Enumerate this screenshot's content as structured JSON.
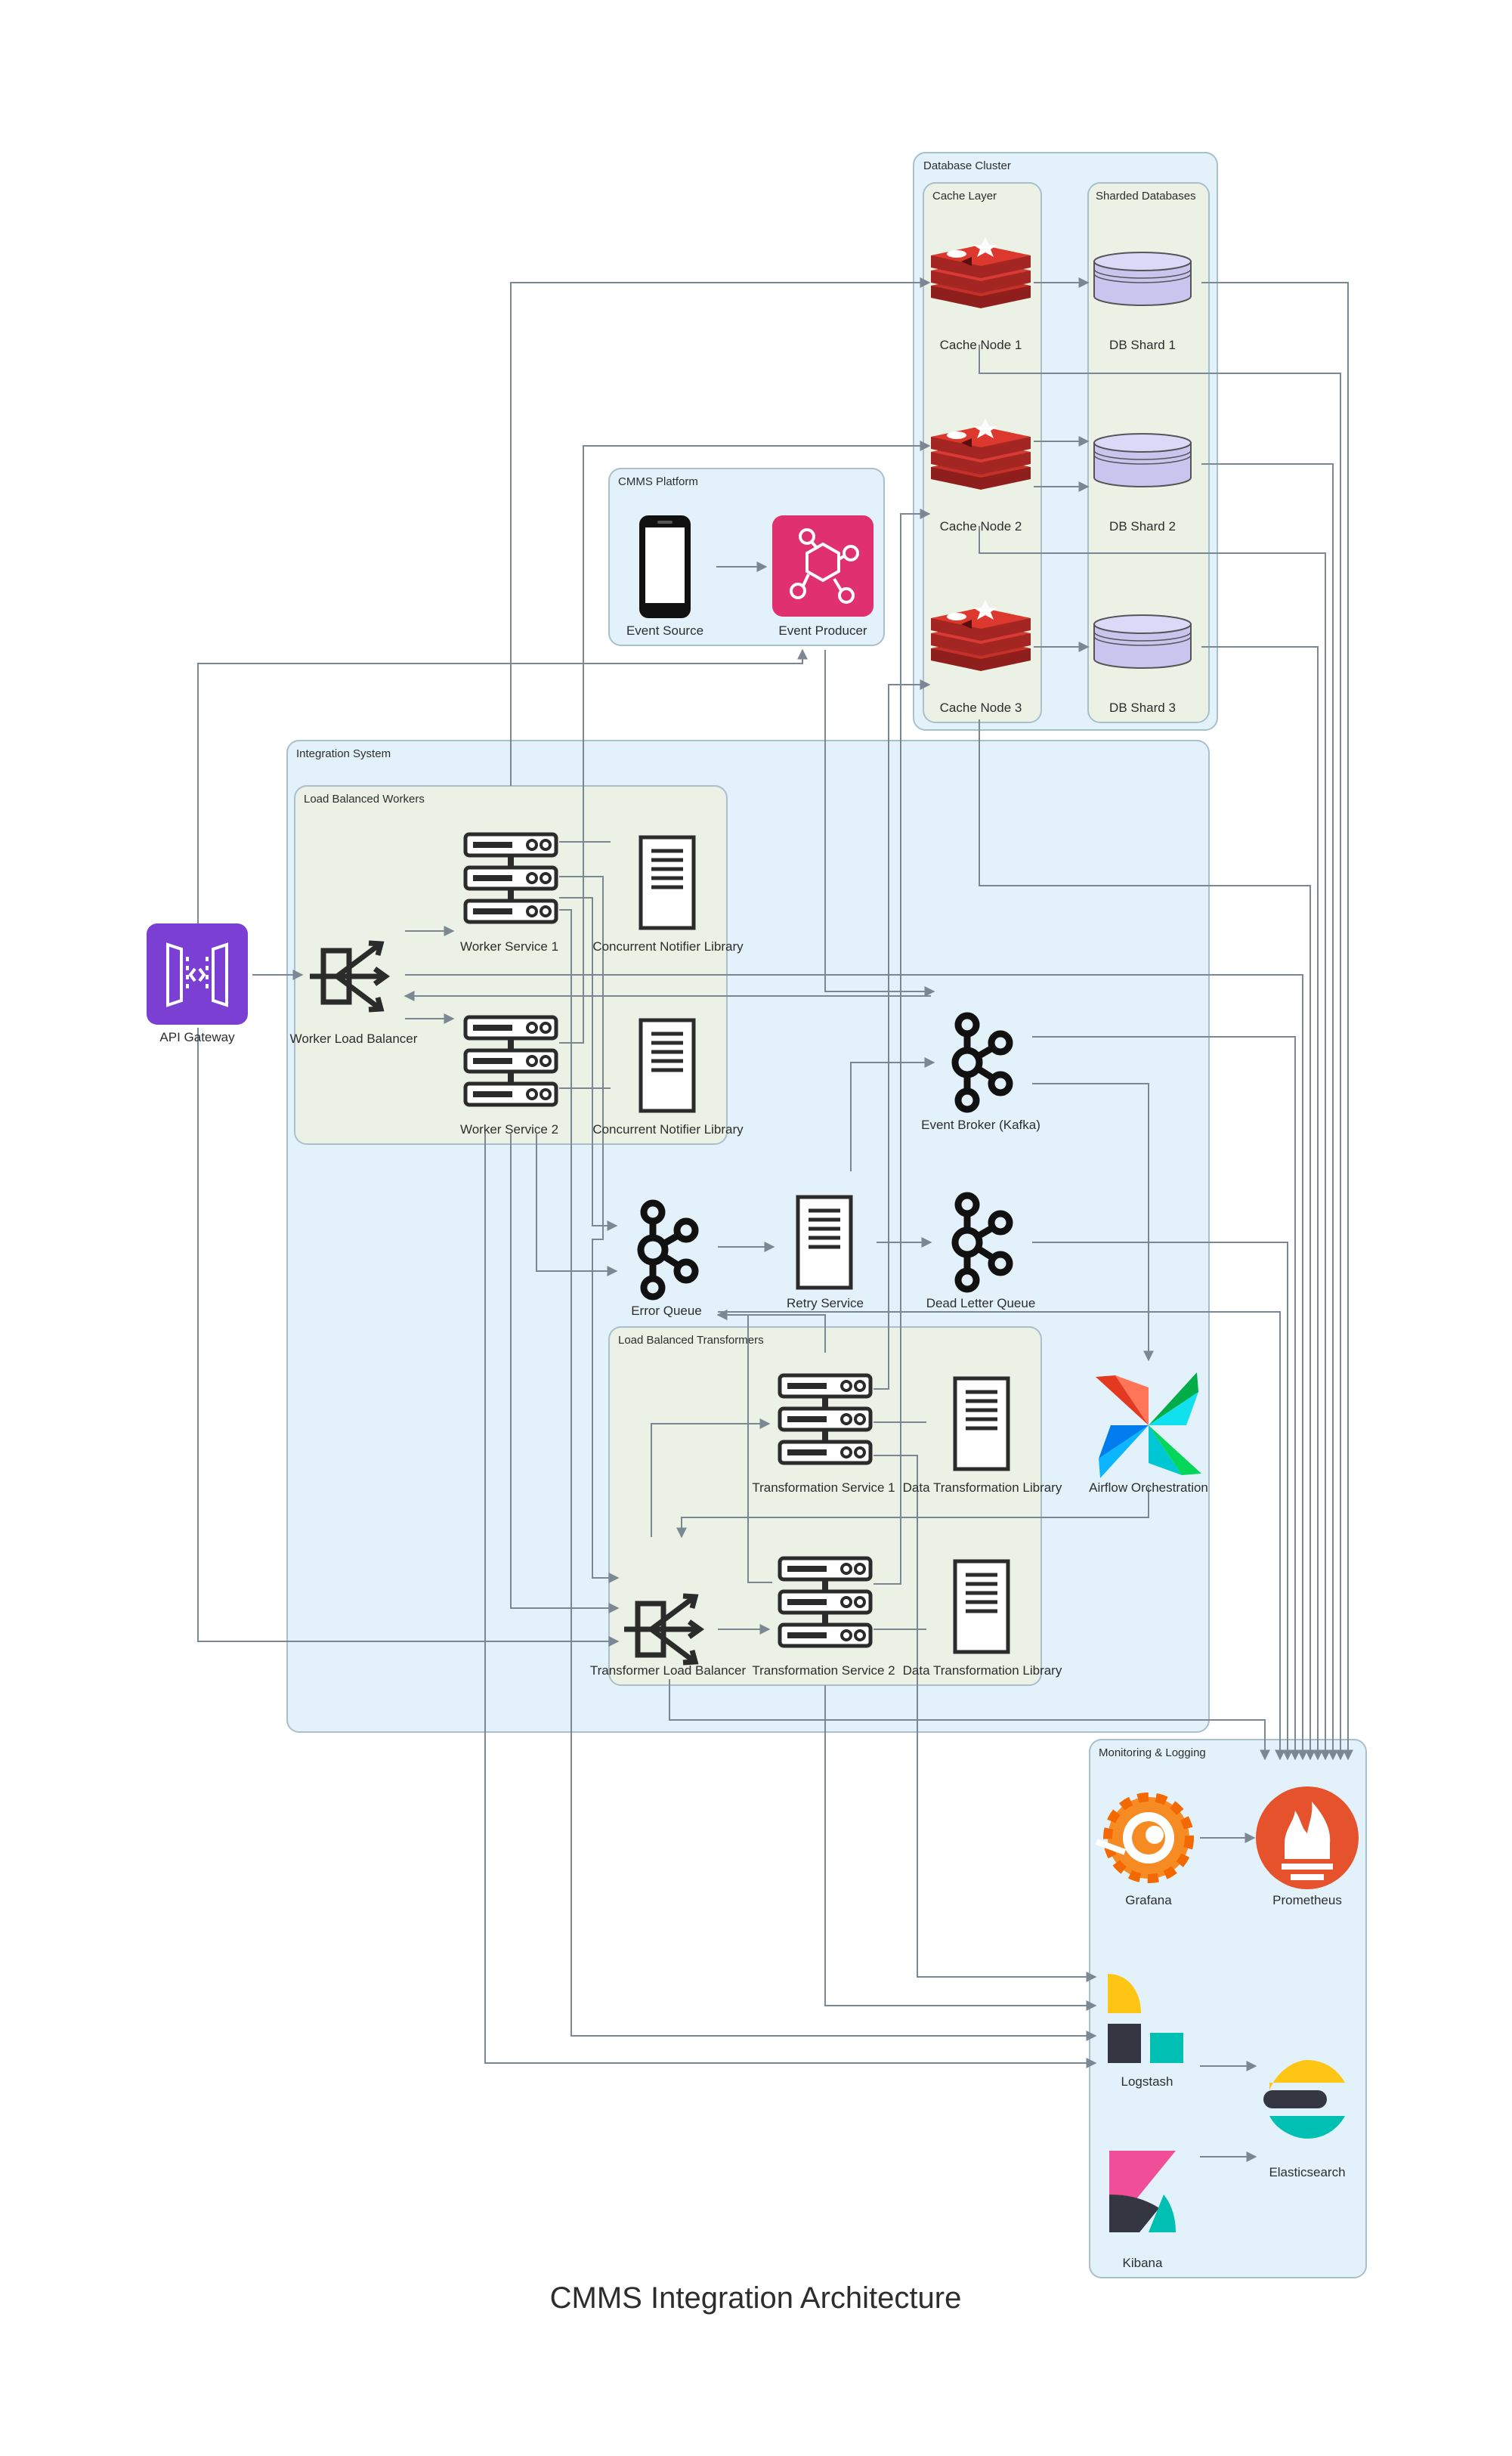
{
  "title": "CMMS Integration Architecture",
  "colors": {
    "cluster_blue": "#e3f2fa",
    "cluster_green": "#ebf1e4",
    "cluster_border": "#a9bfcc",
    "edge": "#7b8894",
    "redis": "#c6302b",
    "db": "#c9c5ee",
    "api_gateway": "#7b3fd3",
    "event_producer": "#e0306f",
    "prometheus": "#e6522c"
  },
  "clusters": {
    "database_cluster": "Database Cluster",
    "cache_layer": "Cache Layer",
    "sharded_databases": "Sharded Databases",
    "cmms_platform": "CMMS Platform",
    "integration_system": "Integration System",
    "load_balanced_workers": "Load Balanced Workers",
    "load_balanced_transformers": "Load Balanced Transformers",
    "monitoring_logging": "Monitoring & Logging"
  },
  "nodes": {
    "cache_node_1": {
      "label": "Cache Node 1",
      "icon": "redis-icon"
    },
    "cache_node_2": {
      "label": "Cache Node 2",
      "icon": "redis-icon"
    },
    "cache_node_3": {
      "label": "Cache Node 3",
      "icon": "redis-icon"
    },
    "db_shard_1": {
      "label": "DB Shard 1",
      "icon": "database-icon"
    },
    "db_shard_2": {
      "label": "DB Shard 2",
      "icon": "database-icon"
    },
    "db_shard_3": {
      "label": "DB Shard 3",
      "icon": "database-icon"
    },
    "event_source": {
      "label": "Event Source",
      "icon": "mobile-icon"
    },
    "event_producer": {
      "label": "Event Producer",
      "icon": "eventbridge-icon"
    },
    "api_gateway": {
      "label": "API Gateway",
      "icon": "api-gateway-icon"
    },
    "worker_load_balancer": {
      "label": "Worker Load Balancer",
      "icon": "load-balancer-icon"
    },
    "worker_service_1": {
      "label": "Worker Service 1",
      "icon": "server-rack-icon"
    },
    "worker_service_2": {
      "label": "Worker Service 2",
      "icon": "server-rack-icon"
    },
    "notifier_lib_1": {
      "label": "Concurrent Notifier Library",
      "icon": "document-server-icon"
    },
    "notifier_lib_2": {
      "label": "Concurrent Notifier Library",
      "icon": "document-server-icon"
    },
    "event_broker": {
      "label": "Event Broker (Kafka)",
      "icon": "kafka-icon"
    },
    "error_queue": {
      "label": "Error Queue",
      "icon": "kafka-icon"
    },
    "retry_service": {
      "label": "Retry Service",
      "icon": "document-server-icon"
    },
    "dead_letter_queue": {
      "label": "Dead Letter Queue",
      "icon": "kafka-icon"
    },
    "transformation_service_1": {
      "label": "Transformation Service 1",
      "icon": "server-rack-icon"
    },
    "transformation_service_2": {
      "label": "Transformation Service 2",
      "icon": "server-rack-icon"
    },
    "data_transform_lib_1": {
      "label": "Data Transformation Library",
      "icon": "document-server-icon"
    },
    "data_transform_lib_2": {
      "label": "Data Transformation Library",
      "icon": "document-server-icon"
    },
    "transformer_load_balancer": {
      "label": "Transformer Load Balancer",
      "icon": "load-balancer-icon"
    },
    "airflow": {
      "label": "Airflow Orchestration",
      "icon": "airflow-icon"
    },
    "grafana": {
      "label": "Grafana",
      "icon": "grafana-icon"
    },
    "prometheus": {
      "label": "Prometheus",
      "icon": "prometheus-icon"
    },
    "logstash": {
      "label": "Logstash",
      "icon": "logstash-icon"
    },
    "elasticsearch": {
      "label": "Elasticsearch",
      "icon": "elasticsearch-icon"
    },
    "kibana": {
      "label": "Kibana",
      "icon": "kibana-icon"
    }
  }
}
